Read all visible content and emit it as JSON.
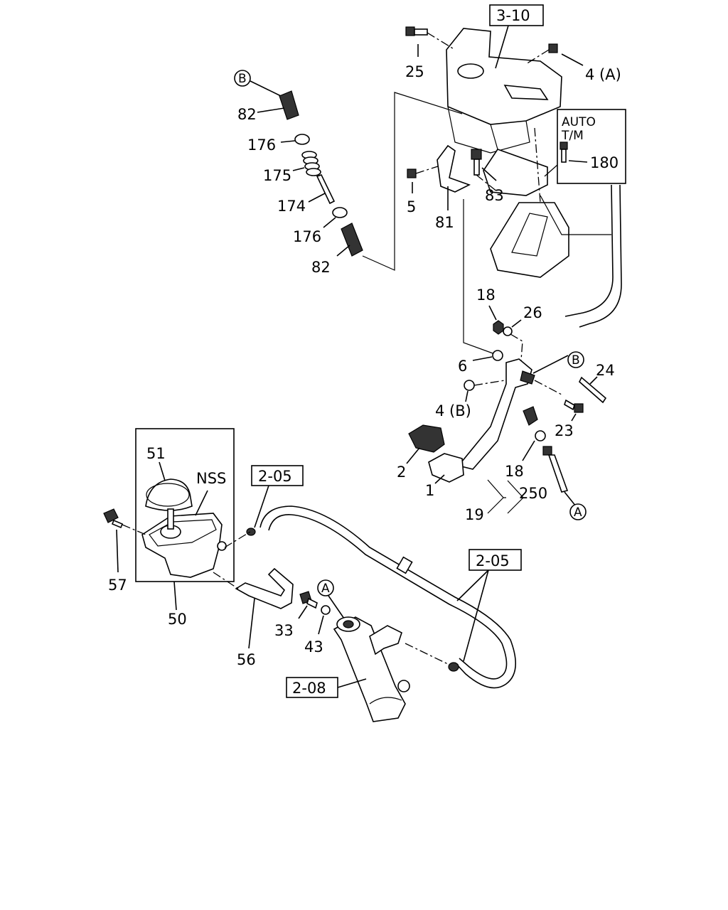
{
  "references": {
    "ref_3_10": "3-10",
    "ref_2_05_top": "2-05",
    "ref_2_05_right": "2-05",
    "ref_2_08": "2-08"
  },
  "inset_auto_tm": {
    "line1": "AUTO",
    "line2": "T/M",
    "part": "180"
  },
  "markers": {
    "b_top": "B",
    "b_right": "B",
    "a_right": "A",
    "a_cylinder": "A"
  },
  "parts": {
    "p25": "25",
    "p4a": "4 (A)",
    "p82_top": "82",
    "p176_top": "176",
    "p175": "175",
    "p174": "174",
    "p176_bottom": "176",
    "p82_bottom": "82",
    "p5": "5",
    "p81": "81",
    "p83": "83",
    "p18_top": "18",
    "p26": "26",
    "p6": "6",
    "p24": "24",
    "p4b": "4 (B)",
    "p23": "23",
    "p2": "2",
    "p1": "1",
    "p18_bottom": "18",
    "p19": "19",
    "p250": "250",
    "p51": "51",
    "nss": "NSS",
    "p57": "57",
    "p50": "50",
    "p33": "33",
    "p43": "43",
    "p56": "56"
  }
}
